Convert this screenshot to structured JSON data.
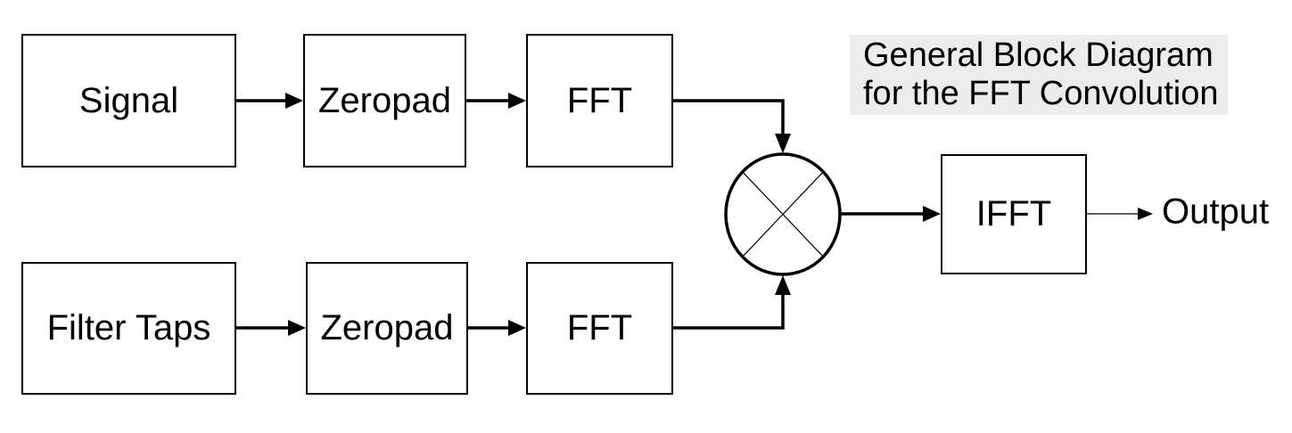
{
  "diagram": {
    "title": {
      "line1": "General Block Diagram",
      "line2": "for the FFT Convolution"
    },
    "blocks": {
      "signal": "Signal",
      "zeropad_top": "Zeropad",
      "fft_top": "FFT",
      "filter_taps": "Filter Taps",
      "zeropad_bottom": "Zeropad",
      "fft_bottom": "FFT",
      "ifft": "IFFT"
    },
    "nodes": {
      "multiplier": "multiply"
    },
    "output_label": "Output",
    "colors": {
      "line": "#000000",
      "box_border": "#000000",
      "text": "#000000",
      "title_background": "#ececec",
      "background": "#ffffff"
    }
  }
}
